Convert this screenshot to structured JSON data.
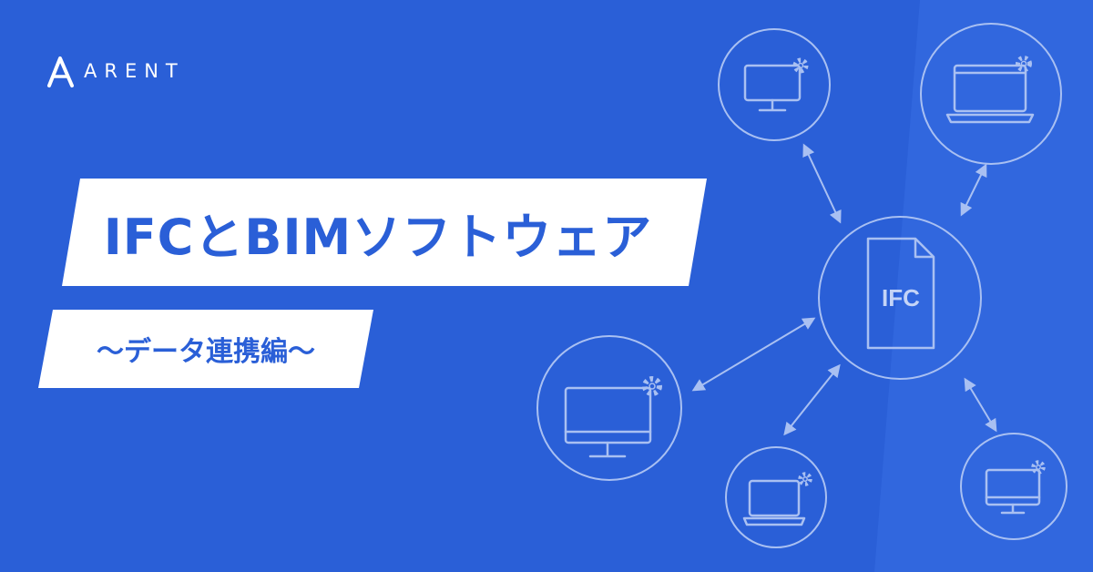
{
  "logo": {
    "text": "ARENT"
  },
  "title": "IFCとBIMソフトウェア",
  "subtitle": "〜データ連携編〜",
  "diagram": {
    "center_label": "IFC"
  },
  "colors": {
    "background": "#2a5fd7",
    "accent_right": "#3a70e6",
    "plate": "#ffffff",
    "line": "#a9c0f2"
  },
  "icons": [
    "logo-icon",
    "document-icon",
    "monitor-icon",
    "laptop-icon",
    "gear-icon",
    "double-arrow-icon"
  ]
}
